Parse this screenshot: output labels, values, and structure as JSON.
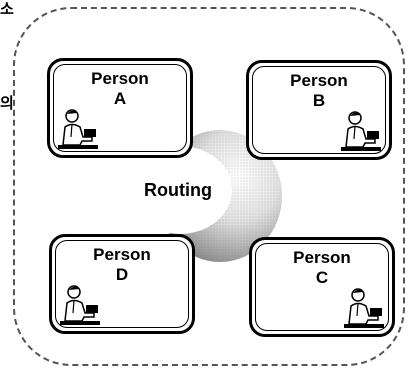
{
  "margin_glyphs": {
    "top": "소",
    "left": "의"
  },
  "hub": {
    "label": "Routing"
  },
  "persons": [
    {
      "name": "Person",
      "id": "A"
    },
    {
      "name": "Person",
      "id": "B"
    },
    {
      "name": "Person",
      "id": "D"
    },
    {
      "name": "Person",
      "id": "C"
    }
  ]
}
